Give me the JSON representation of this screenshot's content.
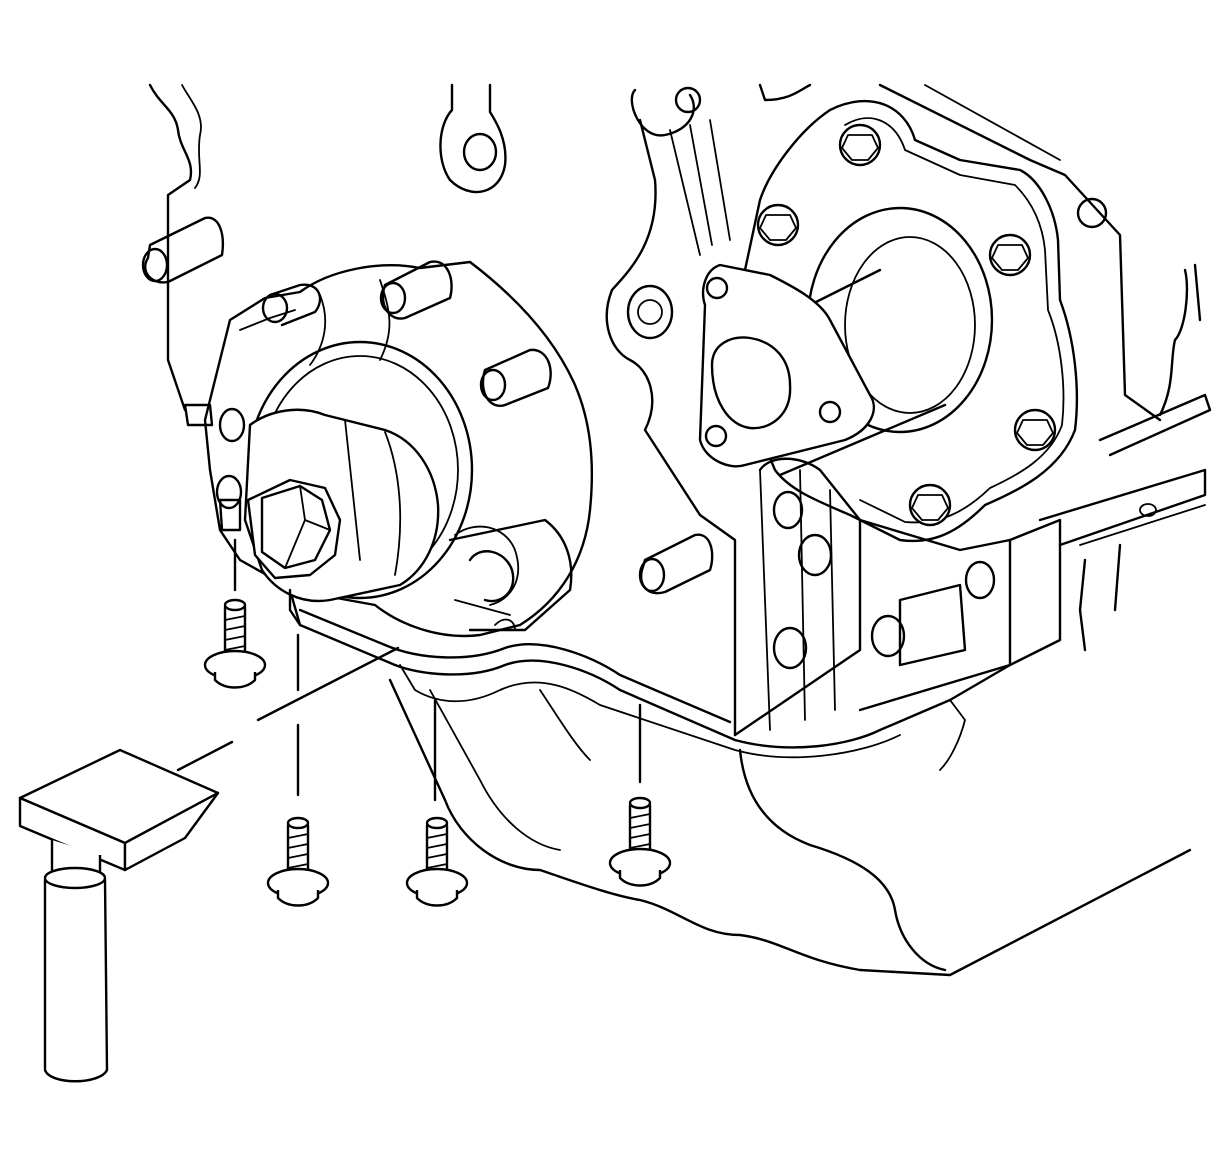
{
  "figure": {
    "kind": "exploded-view line drawing",
    "colors": {
      "line": "#000000",
      "background": "#ffffff"
    },
    "parts": [
      {
        "id": "engine-block",
        "icon": "engine-block-icon"
      },
      {
        "id": "oil-pump-assembly",
        "icon": "pump-icon"
      },
      {
        "id": "crankshaft-bolt",
        "icon": "hex-bolt-icon"
      },
      {
        "id": "oil-pan",
        "icon": "oil-pan-icon"
      },
      {
        "id": "pan-bolt",
        "icon": "flange-bolt-icon",
        "count": 4
      },
      {
        "id": "support-jack",
        "icon": "jack-stand-icon"
      }
    ]
  }
}
